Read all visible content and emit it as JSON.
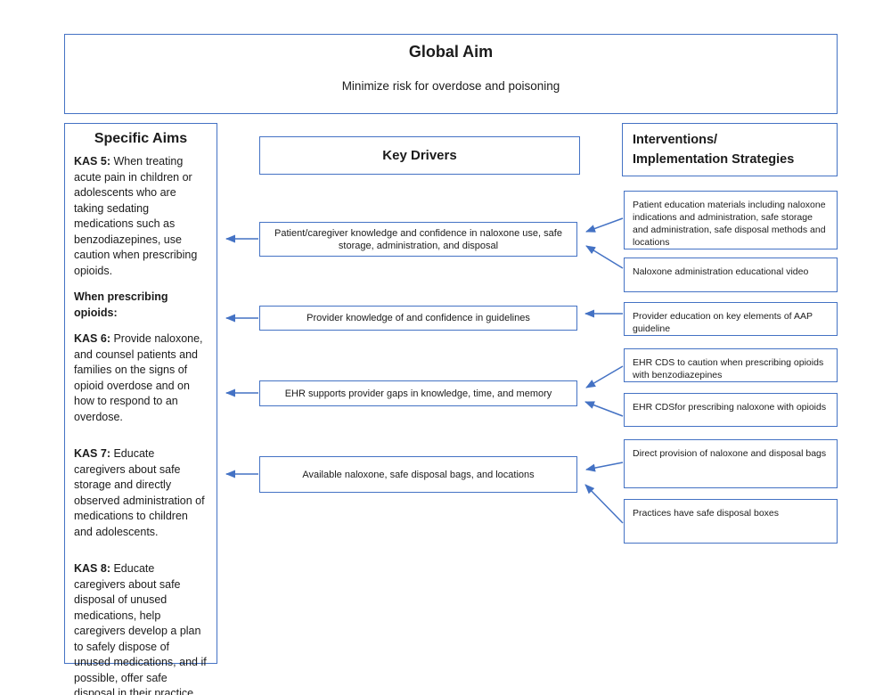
{
  "global_aim": {
    "title": "Global Aim",
    "subtitle": "Minimize risk for overdose and poisoning"
  },
  "specific_aims": {
    "title": "Specific Aims",
    "paragraphs": [
      {
        "label": "KAS 5:",
        "text": " When treating acute pain in children or adolescents who are taking sedating medications such as benzodiazepines, use caution when prescribing opioids."
      },
      {
        "label": "When prescribing opioids:",
        "text": ""
      },
      {
        "label": "KAS 6:",
        "text": " Provide naloxone, and counsel patients and families on the signs of opioid overdose and on how to respond to an overdose."
      },
      {
        "label": "KAS 7:",
        "text": " Educate caregivers about safe storage and directly observed administration of medications to children and adolescents."
      },
      {
        "label": "KAS 8:",
        "text": " Educate caregivers about safe disposal of unused medications, help caregivers develop a plan to safely dispose of unused medications, and if possible, offer safe disposal in their practice setting."
      }
    ]
  },
  "key_drivers": {
    "title": "Key Drivers",
    "items": [
      "Patient/caregiver knowledge and confidence in naloxone use, safe storage, administration, and disposal",
      "Provider knowledge of and confidence in guidelines",
      "EHR supports provider gaps in knowledge, time, and memory",
      "Available naloxone, safe disposal bags, and locations"
    ]
  },
  "interventions": {
    "title_line1": "Interventions/",
    "title_line2": "Implementation Strategies",
    "items": [
      "Patient education materials including naloxone indications and administration, safe storage and administration, safe disposal methods and locations",
      "Naloxone administration educational video",
      "Provider education on key elements of AAP guideline",
      "EHR CDS to caution when prescribing opioids with benzodiazepines",
      "EHR CDSfor prescribing naloxone with opioids",
      "Direct provision of naloxone and disposal bags",
      "Practices have safe disposal boxes"
    ]
  },
  "connections": {
    "drivers_to_specific_aims": [
      0,
      1,
      2,
      3
    ],
    "interventions_to_drivers": [
      [
        0,
        0
      ],
      [
        1,
        0
      ],
      [
        2,
        1
      ],
      [
        3,
        2
      ],
      [
        4,
        2
      ],
      [
        5,
        3
      ],
      [
        6,
        3
      ]
    ]
  },
  "colors": {
    "border_blue": "#4472C4",
    "arrow_blue": "#4472C4",
    "text": "#1b1b1b",
    "background": "#ffffff"
  }
}
